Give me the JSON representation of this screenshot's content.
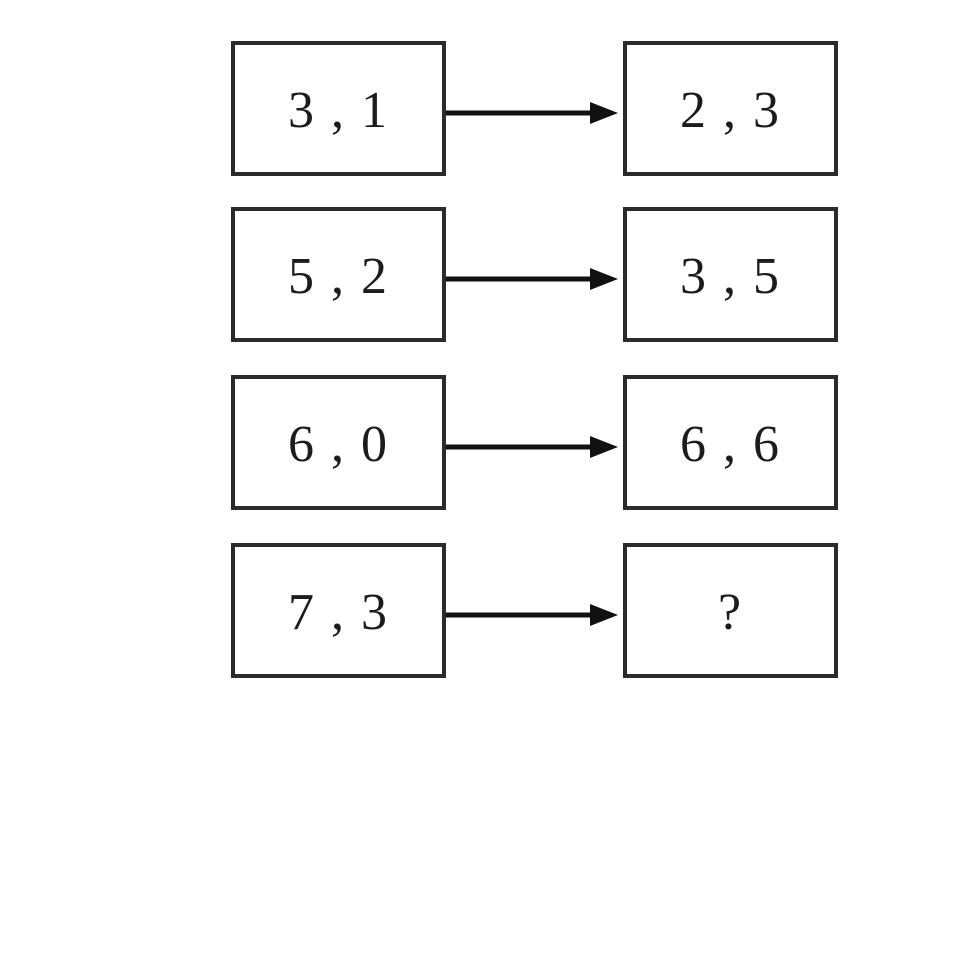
{
  "diagram": {
    "description": "number-pair mapping puzzle",
    "rows": [
      {
        "input": "3 , 1",
        "output": "2 , 3"
      },
      {
        "input": "5 , 2",
        "output": "3 , 5"
      },
      {
        "input": "6 , 0",
        "output": "6 , 6"
      },
      {
        "input": "7 , 3",
        "output": "?"
      }
    ],
    "colors": {
      "background": "#ffffff",
      "box_border": "#2b2b2b",
      "text": "#1c1c1c",
      "arrow": "#111111"
    }
  }
}
